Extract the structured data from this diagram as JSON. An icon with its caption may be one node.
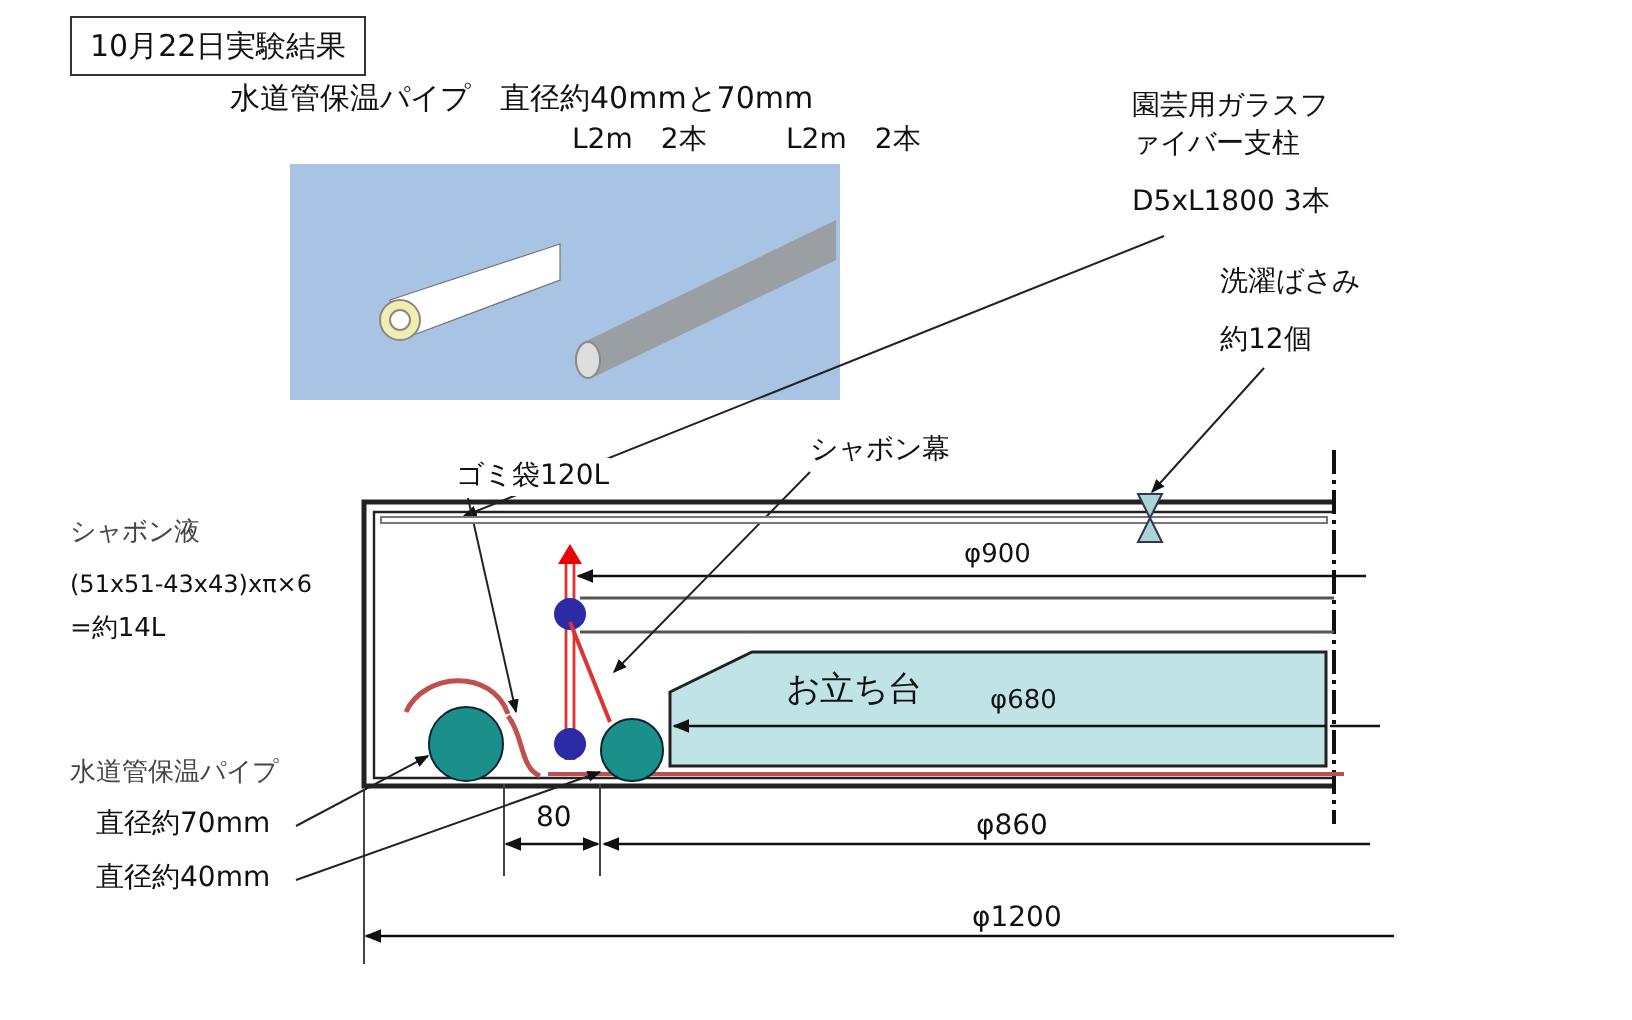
{
  "diagram": {
    "title": "10月22日実験結果",
    "nodes": [
      {
        "text": [
          "園芸用ガラスファイバー支柱",
          "D5xL1800 3本"
        ]
      },
      {
        "text": [],
        "shape": "bar"
      },
      {
        "text": [
          "洗濯ばさみ",
          "約12個"
        ]
      },
      {
        "text": [],
        "shape": "hourglass"
      },
      {
        "text": [
          "ゴミ袋120L"
        ]
      },
      {
        "text": [],
        "shape": "curve"
      },
      {
        "text": [
          "シャボン幕"
        ]
      },
      {
        "text": [],
        "shape": "line"
      },
      {
        "text": [
          "直径約70mm"
        ]
      },
      {
        "text": [],
        "shape": "circle"
      },
      {
        "text": [
          "直径約40mm"
        ]
      },
      {
        "text": [],
        "shape": "circle"
      },
      {
        "text": [
          "お立ち台",
          "φ680"
        ]
      }
    ],
    "edges": [
      {
        "from": 0,
        "to": 1,
        "arrow": "to"
      },
      {
        "from": 2,
        "to": 3,
        "arrow": "to"
      },
      {
        "from": 4,
        "to": 5,
        "arrow": "to"
      },
      {
        "from": 6,
        "to": 7,
        "arrow": "to"
      },
      {
        "from": 8,
        "to": 9,
        "arrow": "to"
      },
      {
        "from": 10,
        "to": 11,
        "arrow": "to"
      }
    ],
    "labels": [
      "水道管保温パイプ　直径約40mmと70mm",
      "L2m　2本",
      "L2m　2本",
      "シャボン液",
      "(51x51-43x43)xπ×6",
      "=約14L",
      "φ900",
      "水道管保温パイプ",
      "80",
      "φ860",
      "φ1200"
    ]
  }
}
